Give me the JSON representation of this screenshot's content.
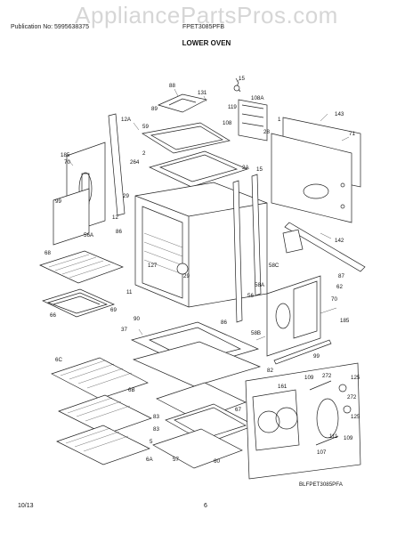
{
  "watermark": "AppliancePartsPros.com",
  "header": {
    "publication": "Publication No: 5995638375",
    "model": "FPET3085PFB",
    "section": "LOWER OVEN"
  },
  "diagram_code": "BLFPET3085PFA",
  "footer": {
    "date": "10/13",
    "page": "6"
  },
  "labels": {
    "l15": "15",
    "l88": "88",
    "l131": "131",
    "l108a": "108A",
    "l12a": "12A",
    "l89": "89",
    "l119": "119",
    "l108": "108",
    "l1": "1",
    "l143": "143",
    "l59": "59",
    "l28": "28",
    "l71": "71",
    "l70a": "70",
    "l185a": "185",
    "l264": "264",
    "l2": "2",
    "l2a": "2A",
    "l15b": "15",
    "l29": "29",
    "l99a": "99",
    "l12": "12",
    "l86a": "86",
    "l56a": "56A",
    "l142": "142",
    "l68": "68",
    "l127": "127",
    "l29b": "29",
    "l58c": "58C",
    "l58a": "58A",
    "l87": "87",
    "l62": "62",
    "l56": "56",
    "l11": "11",
    "l69": "69",
    "l66": "66",
    "l90": "90",
    "l86b": "86",
    "l70b": "70",
    "l185b": "185",
    "l37": "37",
    "l58b": "58B",
    "l6c": "6C",
    "l99b": "99",
    "l82": "82",
    "l6b": "6B",
    "l161": "161",
    "l109a": "109",
    "l272a": "272",
    "l125a": "125",
    "l67": "67",
    "l83a": "83",
    "l83b": "83",
    "l272b": "272",
    "l125b": "125",
    "l5": "5",
    "l111": "111",
    "l109b": "109",
    "l107": "107",
    "l57": "57",
    "l60": "60",
    "l6a": "6A"
  }
}
